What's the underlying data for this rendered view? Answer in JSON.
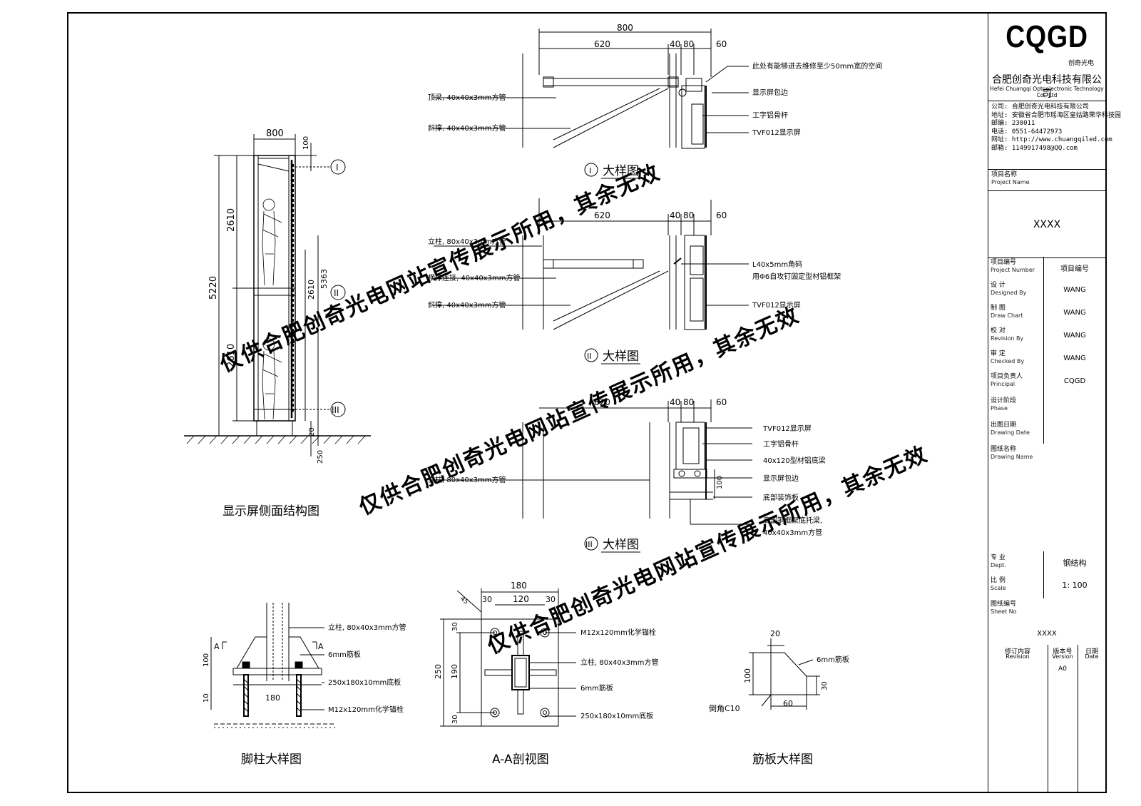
{
  "title_block": {
    "logo": "CQGD",
    "logo_sub": "创奇光电",
    "company_cn": "合肥创奇光电科技有限公司",
    "company_en": "Hefei Chuangqi Optoelectronic Technology Co., Ltd",
    "info": [
      "公司: 合肥创奇光电科技有限公司",
      "地址: 安徽省合肥市瑶海区皇姑路荣华科技园",
      "邮编: 230011",
      "电话: 0551-64472973",
      "网址: http://www.chuangqiled.com",
      "邮箱: 1149917498@QQ.com"
    ],
    "project_name_label": "项目名称",
    "project_name_label_en": "Project Name",
    "project_name": "XXXX",
    "rows": [
      {
        "label": "项目编号",
        "label_en": "Project Number",
        "value": "项目编号"
      },
      {
        "label": "设  计",
        "label_en": "Designed By",
        "value": "WANG"
      },
      {
        "label": "制  图",
        "label_en": "Draw Chart",
        "value": "WANG"
      },
      {
        "label": "校  对",
        "label_en": "Revision By",
        "value": "WANG"
      },
      {
        "label": "审  定",
        "label_en": "Checked By",
        "value": "WANG"
      },
      {
        "label": "项目负责人",
        "label_en": "Principal",
        "value": "CQGD"
      },
      {
        "label": "设计阶段",
        "label_en": "Phase",
        "value": ""
      },
      {
        "label": "出图日期",
        "label_en": "Drawing Date",
        "value": ""
      }
    ],
    "drawing_name_label": "图纸名称",
    "drawing_name_label_en": "Drawing Name",
    "dept_label": "专  业",
    "dept_label_en": "Dept.",
    "dept": "钢结构",
    "scale_label": "比  例",
    "scale_label_en": "Scale",
    "scale": "1: 100",
    "sheet_label": "图纸编号",
    "sheet_label_en": "Sheet No",
    "sheet_no": "XXXX",
    "rev_headers": [
      {
        "cn": "修订内容",
        "en": "Revision"
      },
      {
        "cn": "版本号",
        "en": "Version"
      },
      {
        "cn": "日期",
        "en": "Date"
      }
    ],
    "rev_first_version": "A0"
  },
  "views": {
    "side": {
      "title": "显示屏侧面结构图",
      "dims": {
        "top": "800",
        "top_right": "100",
        "total": "5220",
        "upper": "2610",
        "lower": "2610",
        "mid_right": "2610",
        "mid_right2": "5363",
        "bottom_a": "20",
        "bottom_b": "250"
      },
      "markers": [
        "I",
        "II",
        "III"
      ]
    },
    "detail1": {
      "title": "大样图",
      "marker": "I",
      "dims": {
        "total": "800",
        "a": "620",
        "b": "40",
        "c": "80",
        "d": "60"
      },
      "notes": [
        "此处有能够进去维修至少50mm宽的空间",
        "显示屏包边",
        "工字铝骨杆",
        "TVF012显示屏"
      ],
      "left_notes": [
        "顶梁, 40x40x3mm方管",
        "斜撑, 40x40x3mm方管"
      ]
    },
    "detail2": {
      "title": "大样图",
      "marker": "II",
      "dims": {
        "a": "620",
        "b": "40",
        "c": "80",
        "d": "60"
      },
      "notes": [
        "L40x5mm角码",
        "用Φ6自攻钉固定型材铝框架",
        "TVF012显示屏"
      ],
      "left_notes": [
        "立柱, 80x40x3mm方管",
        "横撑连接, 40x40x3mm方管",
        "斜撑, 40x40x3mm方管"
      ]
    },
    "detail3": {
      "title": "大样图",
      "marker": "III",
      "dims": {
        "a": "620",
        "b": "40",
        "c": "80",
        "d": "60",
        "e": "100"
      },
      "notes": [
        "TVF012显示屏",
        "工字铝骨杆",
        "40x120型材铝底梁",
        "显示屏包边",
        "底部装饰板",
        "底部钢框架底托梁,",
        "40x40x3mm方管"
      ],
      "left_notes": [
        "立柱, 80x40x3mm方管"
      ]
    },
    "foot": {
      "title": "脚柱大样图",
      "notes": [
        "立柱, 80x40x3mm方管",
        "6mm筋板",
        "250x180x10mm底板",
        "M12x120mm化学锚栓"
      ],
      "dims": {
        "h": "100",
        "w": "180",
        "t": "10"
      },
      "section_letters": [
        "A",
        "A"
      ]
    },
    "section": {
      "title": "A-A剖视图",
      "notes": [
        "M12x120mm化学锚栓",
        "立柱, 80x40x3mm方管",
        "6mm筋板",
        "250x180x10mm底板"
      ],
      "dims": {
        "w": "180",
        "w_inner": "120",
        "edge": "30",
        "edge_r": "30",
        "h": "250",
        "h_inner": "190",
        "h_edge_t": "30",
        "h_edge_b": "30",
        "chamfer": "45"
      }
    },
    "rib": {
      "title": "筋板大样图",
      "notes": [
        "6mm筋板",
        "倒角C10"
      ],
      "dims": {
        "top": "20",
        "h": "100",
        "w": "60",
        "right": "30"
      }
    }
  },
  "watermark": "仅供合肥创奇光电网站宣传展示所用，其余无效"
}
